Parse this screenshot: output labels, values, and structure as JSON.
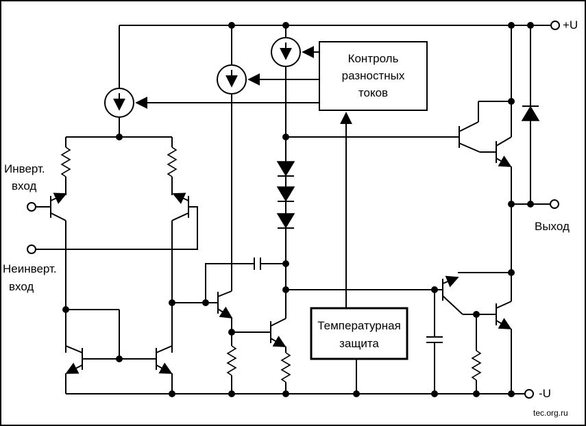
{
  "labels": {
    "plus_u": "+U",
    "minus_u": "-U",
    "inv_input_1": "Инверт.",
    "inv_input_2": "вход",
    "noninv_input_1": "Неинверт.",
    "noninv_input_2": "вход",
    "output": "Выход",
    "control_1": "Контроль",
    "control_2": "разностных",
    "control_3": "токов",
    "thermal_1": "Температурная",
    "thermal_2": "защита"
  },
  "watermark": "tec.org.ru"
}
